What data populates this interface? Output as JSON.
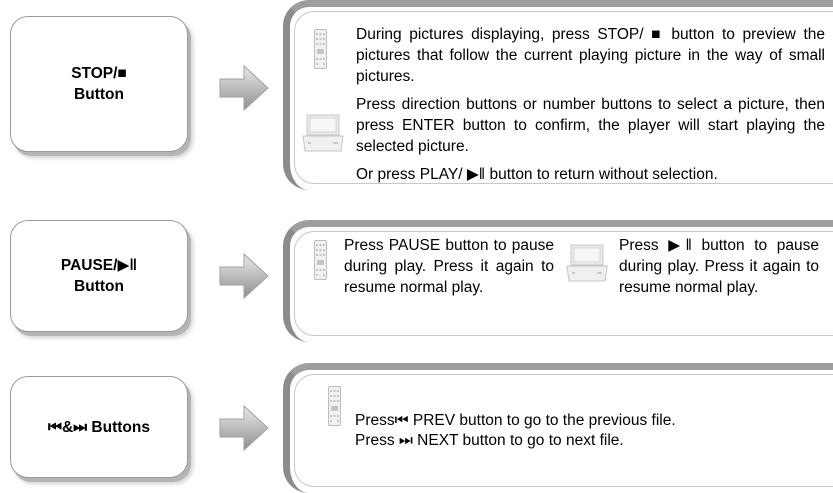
{
  "rows": [
    {
      "button_label_1": "STOP/■",
      "button_label_2": "Button",
      "paragraph_1": "During pictures displaying, press STOP/ ■ button to preview the pictures that follow the current playing picture in the way of small pictures.",
      "paragraph_2": "Press direction buttons or number buttons to select a picture, then press ENTER button to confirm, the player will start playing the selected picture.",
      "paragraph_3": "Or press PLAY/ ▶‖ button to return without selection."
    },
    {
      "button_label_1": "PAUSE/▶‖",
      "button_label_2": "Button",
      "left_text": "Press PAUSE button to pause during play. Press it again to resume normal play.",
      "right_text": "Press ▶‖ button to pause during play. Press it again to resume normal play."
    },
    {
      "button_label": "⏮&⏭ Buttons",
      "line_1": "Press⏮ PREV button to go to the previous file.",
      "line_2": "Press ⏭ NEXT button to go to next file."
    }
  ],
  "icons": [
    "remote-control-icon",
    "player-device-icon",
    "right-arrow-icon"
  ]
}
